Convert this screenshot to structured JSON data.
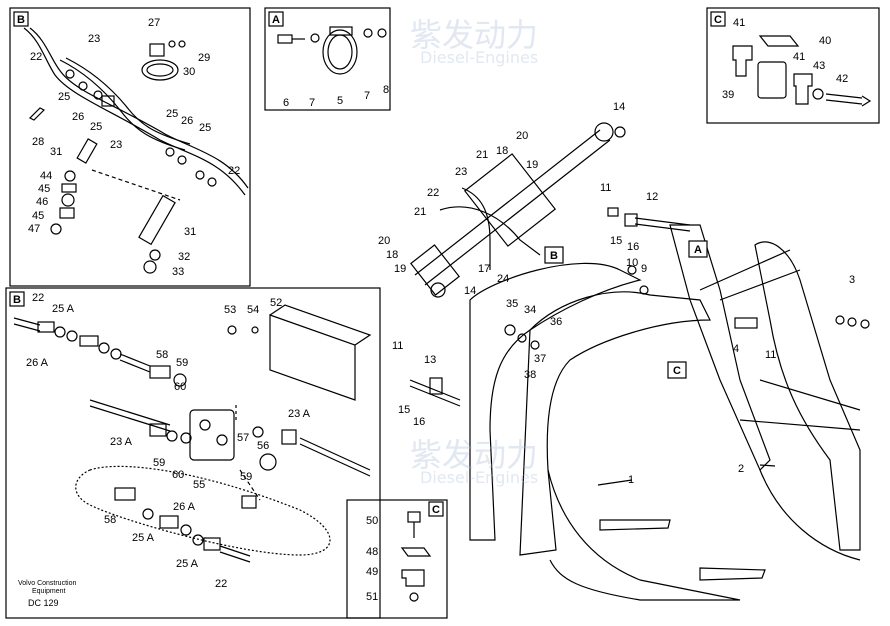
{
  "watermark": {
    "brand": "紫发动力",
    "sub": "Diesel-Engines"
  },
  "colors": {
    "ink": "#000000",
    "watermark": "#b4c4d8"
  },
  "panels": {
    "B_top": {
      "letter": "B",
      "labels": [
        "27",
        "23",
        "29",
        "30",
        "22",
        "25",
        "26",
        "25",
        "28",
        "23",
        "31",
        "25",
        "26",
        "25",
        "22",
        "44",
        "45",
        "46",
        "45",
        "47",
        "31",
        "32",
        "33"
      ]
    },
    "A_top": {
      "letter": "A",
      "labels": [
        "6",
        "7",
        "5",
        "7",
        "8"
      ]
    },
    "C_top": {
      "letter": "C",
      "labels": [
        "41",
        "40",
        "41",
        "43",
        "42",
        "39"
      ]
    },
    "B_bottom": {
      "letter": "B",
      "labels": [
        "22",
        "25 A",
        "26 A",
        "53",
        "54",
        "52",
        "58",
        "59",
        "60",
        "23 A",
        "23 A",
        "57",
        "56",
        "59",
        "60",
        "55",
        "59",
        "58",
        "26 A",
        "25 A",
        "25 A",
        "22"
      ]
    },
    "C_bottom": {
      "letter": "C",
      "labels": [
        "50",
        "48",
        "49",
        "51"
      ]
    }
  },
  "main": {
    "labels": [
      "14",
      "20",
      "18",
      "21",
      "19",
      "23",
      "22",
      "21",
      "20",
      "18",
      "19",
      "17",
      "24",
      "14",
      "11",
      "12",
      "15",
      "16",
      "10",
      "9",
      "35",
      "34",
      "36",
      "37",
      "38",
      "11",
      "13",
      "15",
      "16",
      "3",
      "4",
      "11",
      "1",
      "2"
    ],
    "callouts": {
      "A": "A",
      "B": "B",
      "C": "C"
    }
  },
  "footer": {
    "line1": "Volvo Construction",
    "line2": "Equipment",
    "code": "DC 129"
  }
}
